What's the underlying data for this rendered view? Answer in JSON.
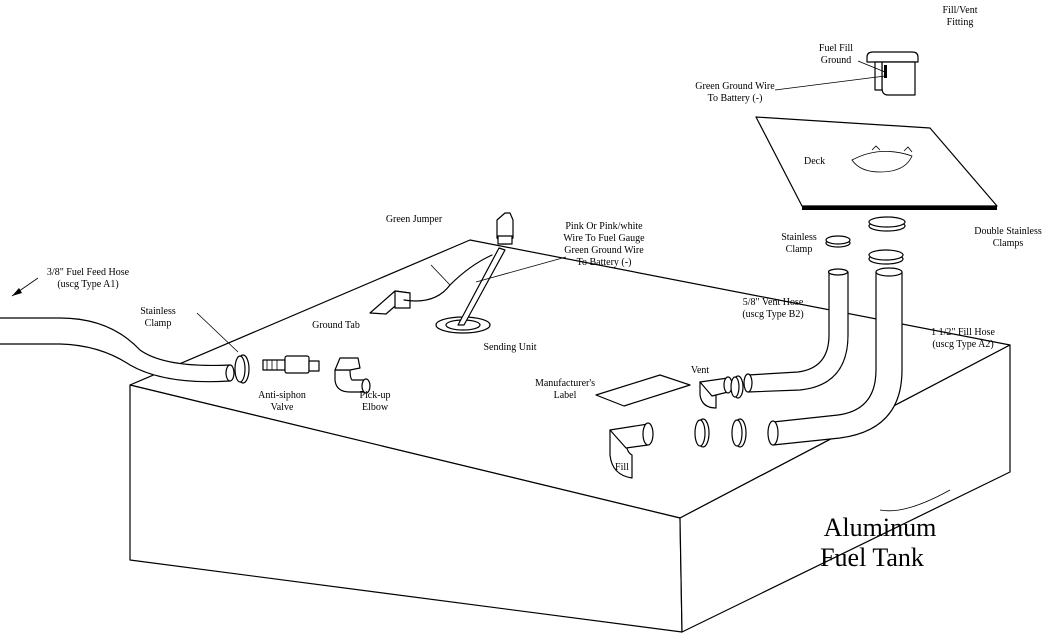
{
  "labels": {
    "fill_vent_fitting_1": "Fill/Vent",
    "fill_vent_fitting_2": "Fitting",
    "fuel_fill_ground_1": "Fuel Fill",
    "fuel_fill_ground_2": "Ground",
    "green_ground_wire_top_1": "Green Ground Wire",
    "green_ground_wire_top_2": "To Battery (-)",
    "deck": "Deck",
    "green_jumper": "Green Jumper",
    "pink_wire_1": "Pink Or Pink/white",
    "pink_wire_2": "Wire To Fuel Gauge",
    "pink_wire_3": "Green Ground Wire",
    "pink_wire_4": "To Battery (-)",
    "double_clamps_1": "Double Stainless",
    "double_clamps_2": "Clamps",
    "stainless_clamp_right_1": "Stainless",
    "stainless_clamp_right_2": "Clamp",
    "fuel_feed_hose_1": "3/8\" Fuel Feed Hose",
    "fuel_feed_hose_2": "(uscg Type A1)",
    "stainless_clamp_left_1": "Stainless",
    "stainless_clamp_left_2": "Clamp",
    "vent_hose_1": "5/8\" Vent Hose",
    "vent_hose_2": "(uscg Type B2)",
    "fill_hose_1": "1 1/2\" Fill Hose",
    "fill_hose_2": "(uscg Type A2)",
    "ground_tab": "Ground Tab",
    "sending_unit": "Sending Unit",
    "anti_siphon_1": "Anti-siphon",
    "anti_siphon_2": "Valve",
    "pickup_elbow_1": "Pick-up",
    "pickup_elbow_2": "Elbow",
    "manufacturer_label_1": "Manufacturer's",
    "manufacturer_label_2": "Label",
    "vent": "Vent",
    "fill": "Fill",
    "title_1": "Aluminum",
    "title_2": "Fuel Tank"
  }
}
